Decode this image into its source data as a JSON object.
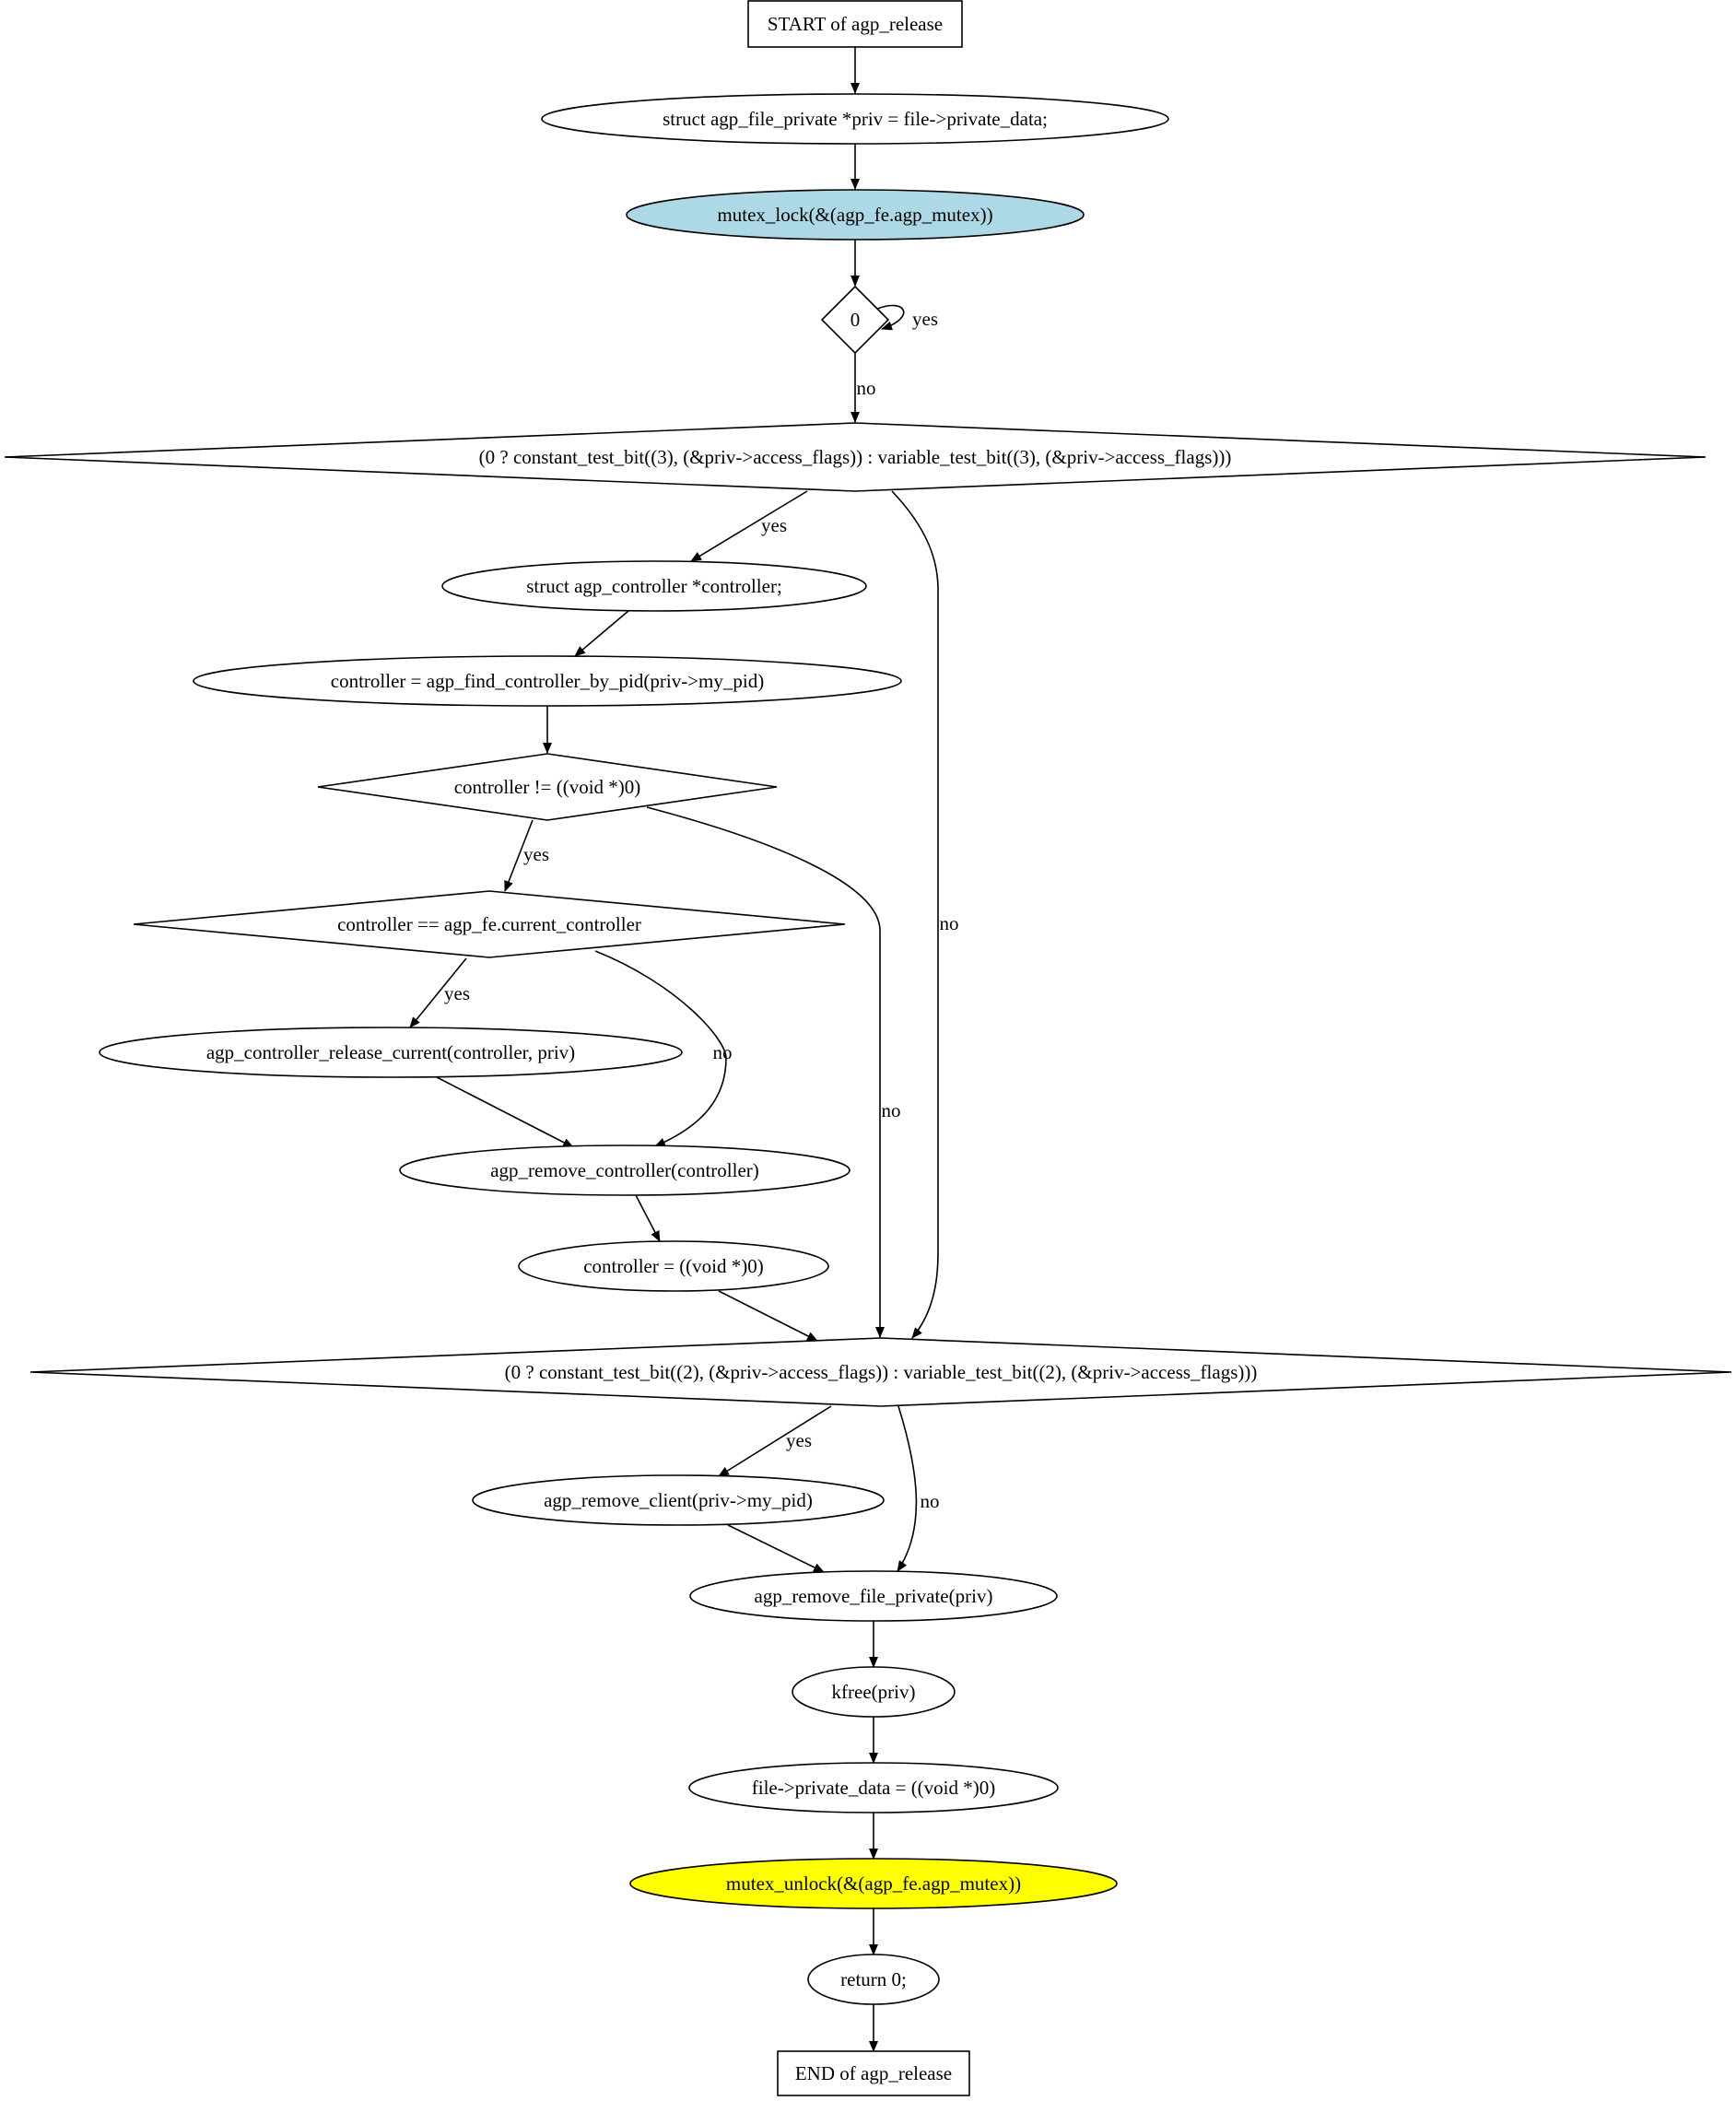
{
  "graph": {
    "nodes": {
      "start": {
        "label": "START of agp_release",
        "shape": "box",
        "fill": "#ffffff"
      },
      "decl_priv": {
        "label": "struct agp_file_private *priv = file->private_data;",
        "shape": "ellipse",
        "fill": "#ffffff"
      },
      "mutex_lock": {
        "label": "mutex_lock(&(agp_fe.agp_mutex))",
        "shape": "ellipse",
        "fill": "#add8e6"
      },
      "cond0": {
        "label": "0",
        "shape": "diamond",
        "fill": "#ffffff"
      },
      "test_bit3": {
        "label": "(0 ? constant_test_bit((3), (&priv->access_flags)) : variable_test_bit((3), (&priv->access_flags)))",
        "shape": "diamond",
        "fill": "#ffffff"
      },
      "decl_controller": {
        "label": "struct agp_controller *controller;",
        "shape": "ellipse",
        "fill": "#ffffff"
      },
      "find_controller": {
        "label": "controller = agp_find_controller_by_pid(priv->my_pid)",
        "shape": "ellipse",
        "fill": "#ffffff"
      },
      "controller_nonnull": {
        "label": "controller != ((void *)0)",
        "shape": "diamond",
        "fill": "#ffffff"
      },
      "is_current": {
        "label": "controller == agp_fe.current_controller",
        "shape": "diamond",
        "fill": "#ffffff"
      },
      "release_current": {
        "label": "agp_controller_release_current(controller, priv)",
        "shape": "ellipse",
        "fill": "#ffffff"
      },
      "remove_controller": {
        "label": "agp_remove_controller(controller)",
        "shape": "ellipse",
        "fill": "#ffffff"
      },
      "controller_null": {
        "label": "controller = ((void *)0)",
        "shape": "ellipse",
        "fill": "#ffffff"
      },
      "test_bit2": {
        "label": "(0 ? constant_test_bit((2), (&priv->access_flags)) : variable_test_bit((2), (&priv->access_flags)))",
        "shape": "diamond",
        "fill": "#ffffff"
      },
      "remove_client": {
        "label": "agp_remove_client(priv->my_pid)",
        "shape": "ellipse",
        "fill": "#ffffff"
      },
      "remove_file_private": {
        "label": "agp_remove_file_private(priv)",
        "shape": "ellipse",
        "fill": "#ffffff"
      },
      "kfree": {
        "label": "kfree(priv)",
        "shape": "ellipse",
        "fill": "#ffffff"
      },
      "clear_private": {
        "label": "file->private_data = ((void *)0)",
        "shape": "ellipse",
        "fill": "#ffffff"
      },
      "mutex_unlock": {
        "label": "mutex_unlock(&(agp_fe.agp_mutex))",
        "shape": "ellipse",
        "fill": "#ffff00"
      },
      "return0": {
        "label": "return 0;",
        "shape": "ellipse",
        "fill": "#ffffff"
      },
      "end": {
        "label": "END of agp_release",
        "shape": "box",
        "fill": "#ffffff"
      }
    },
    "edges": [
      {
        "id": "e_start_priv",
        "from": "start",
        "to": "decl_priv",
        "label": ""
      },
      {
        "id": "e_priv_lock",
        "from": "decl_priv",
        "to": "mutex_lock",
        "label": ""
      },
      {
        "id": "e_lock_cond0",
        "from": "mutex_lock",
        "to": "cond0",
        "label": ""
      },
      {
        "id": "e_cond0_self",
        "from": "cond0",
        "to": "cond0",
        "label": "yes"
      },
      {
        "id": "e_cond0_bit3",
        "from": "cond0",
        "to": "test_bit3",
        "label": "no"
      },
      {
        "id": "e_bit3_decl",
        "from": "test_bit3",
        "to": "decl_controller",
        "label": "yes"
      },
      {
        "id": "e_bit3_bit2",
        "from": "test_bit3",
        "to": "test_bit2",
        "label": "no"
      },
      {
        "id": "e_decl_find",
        "from": "decl_controller",
        "to": "find_controller",
        "label": ""
      },
      {
        "id": "e_find_nonnull",
        "from": "find_controller",
        "to": "controller_nonnull",
        "label": ""
      },
      {
        "id": "e_nonnull_current",
        "from": "controller_nonnull",
        "to": "is_current",
        "label": "yes"
      },
      {
        "id": "e_nonnull_bit2",
        "from": "controller_nonnull",
        "to": "test_bit2",
        "label": "no"
      },
      {
        "id": "e_current_release",
        "from": "is_current",
        "to": "release_current",
        "label": "yes"
      },
      {
        "id": "e_current_remove",
        "from": "is_current",
        "to": "remove_controller",
        "label": "no"
      },
      {
        "id": "e_release_remove",
        "from": "release_current",
        "to": "remove_controller",
        "label": ""
      },
      {
        "id": "e_remove_null",
        "from": "remove_controller",
        "to": "controller_null",
        "label": ""
      },
      {
        "id": "e_null_bit2",
        "from": "controller_null",
        "to": "test_bit2",
        "label": ""
      },
      {
        "id": "e_bit2_client",
        "from": "test_bit2",
        "to": "remove_client",
        "label": "yes"
      },
      {
        "id": "e_bit2_fileprivate",
        "from": "test_bit2",
        "to": "remove_file_private",
        "label": "no"
      },
      {
        "id": "e_client_fileprivate",
        "from": "remove_client",
        "to": "remove_file_private",
        "label": ""
      },
      {
        "id": "e_fileprivate_kfree",
        "from": "remove_file_private",
        "to": "kfree",
        "label": ""
      },
      {
        "id": "e_kfree_clear",
        "from": "kfree",
        "to": "clear_private",
        "label": ""
      },
      {
        "id": "e_clear_unlock",
        "from": "clear_private",
        "to": "mutex_unlock",
        "label": ""
      },
      {
        "id": "e_unlock_return",
        "from": "mutex_unlock",
        "to": "return0",
        "label": ""
      },
      {
        "id": "e_return_end",
        "from": "return0",
        "to": "end",
        "label": ""
      }
    ]
  }
}
